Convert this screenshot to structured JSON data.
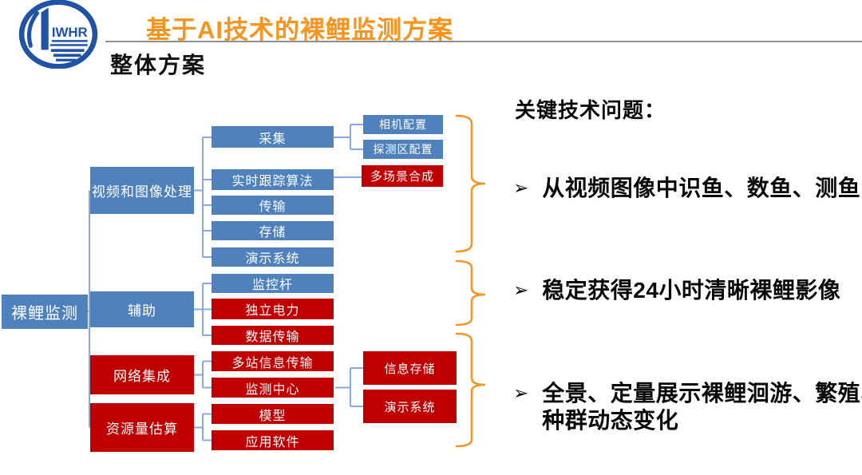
{
  "header": {
    "logo_text": "IWHR",
    "title": "基于AI技术的裸鲤监测方案",
    "subtitle": "整体方案"
  },
  "colors": {
    "title_orange": "#F7941D",
    "brace_orange": "#F7941D",
    "box_blue": "#4F81BD",
    "box_red": "#C00000",
    "connector_blue": "#87A9DC",
    "logo_blue": "#2053A4",
    "divider_gray": "#8F8F8F",
    "text_black": "#0A0A0A"
  },
  "diagram": {
    "nodes": [
      {
        "id": "root",
        "label": "裸鲤监测",
        "color": "blue"
      },
      {
        "id": "video",
        "label": "视频和图像处理",
        "color": "blue"
      },
      {
        "id": "caiji",
        "label": "采集",
        "color": "blue"
      },
      {
        "id": "camera",
        "label": "相机配置",
        "color": "blue"
      },
      {
        "id": "detect",
        "label": "探测区配置",
        "color": "blue"
      },
      {
        "id": "track",
        "label": "实时跟踪算法",
        "color": "blue"
      },
      {
        "id": "multi_scene",
        "label": "多场景合成",
        "color": "red"
      },
      {
        "id": "transmit",
        "label": "传输",
        "color": "blue"
      },
      {
        "id": "store",
        "label": "存储",
        "color": "blue"
      },
      {
        "id": "demo1",
        "label": "演示系统",
        "color": "blue"
      },
      {
        "id": "fuzhu",
        "label": "辅助",
        "color": "blue"
      },
      {
        "id": "pole",
        "label": "监控杆",
        "color": "blue"
      },
      {
        "id": "power",
        "label": "独立电力",
        "color": "red"
      },
      {
        "id": "data_trans",
        "label": "数据传输",
        "color": "red"
      },
      {
        "id": "network",
        "label": "网络集成",
        "color": "red"
      },
      {
        "id": "multi_station",
        "label": "多站信息传输",
        "color": "red"
      },
      {
        "id": "center",
        "label": "监测中心",
        "color": "red"
      },
      {
        "id": "info_store",
        "label": "信息存储",
        "color": "red"
      },
      {
        "id": "demo2",
        "label": "演示系统",
        "color": "red"
      },
      {
        "id": "resource",
        "label": "资源量估算",
        "color": "red"
      },
      {
        "id": "model",
        "label": "模型",
        "color": "red"
      },
      {
        "id": "software",
        "label": "应用软件",
        "color": "red"
      }
    ]
  },
  "key_issues": {
    "heading": "关键技术问题：",
    "bullet_icon": "➢",
    "bullets": [
      "从视频图像中识鱼、数鱼、测鱼",
      "稳定获得24小时清晰裸鲤影像",
      "全景、定量展示裸鲤洄游、繁殖、种群动态变化"
    ]
  }
}
